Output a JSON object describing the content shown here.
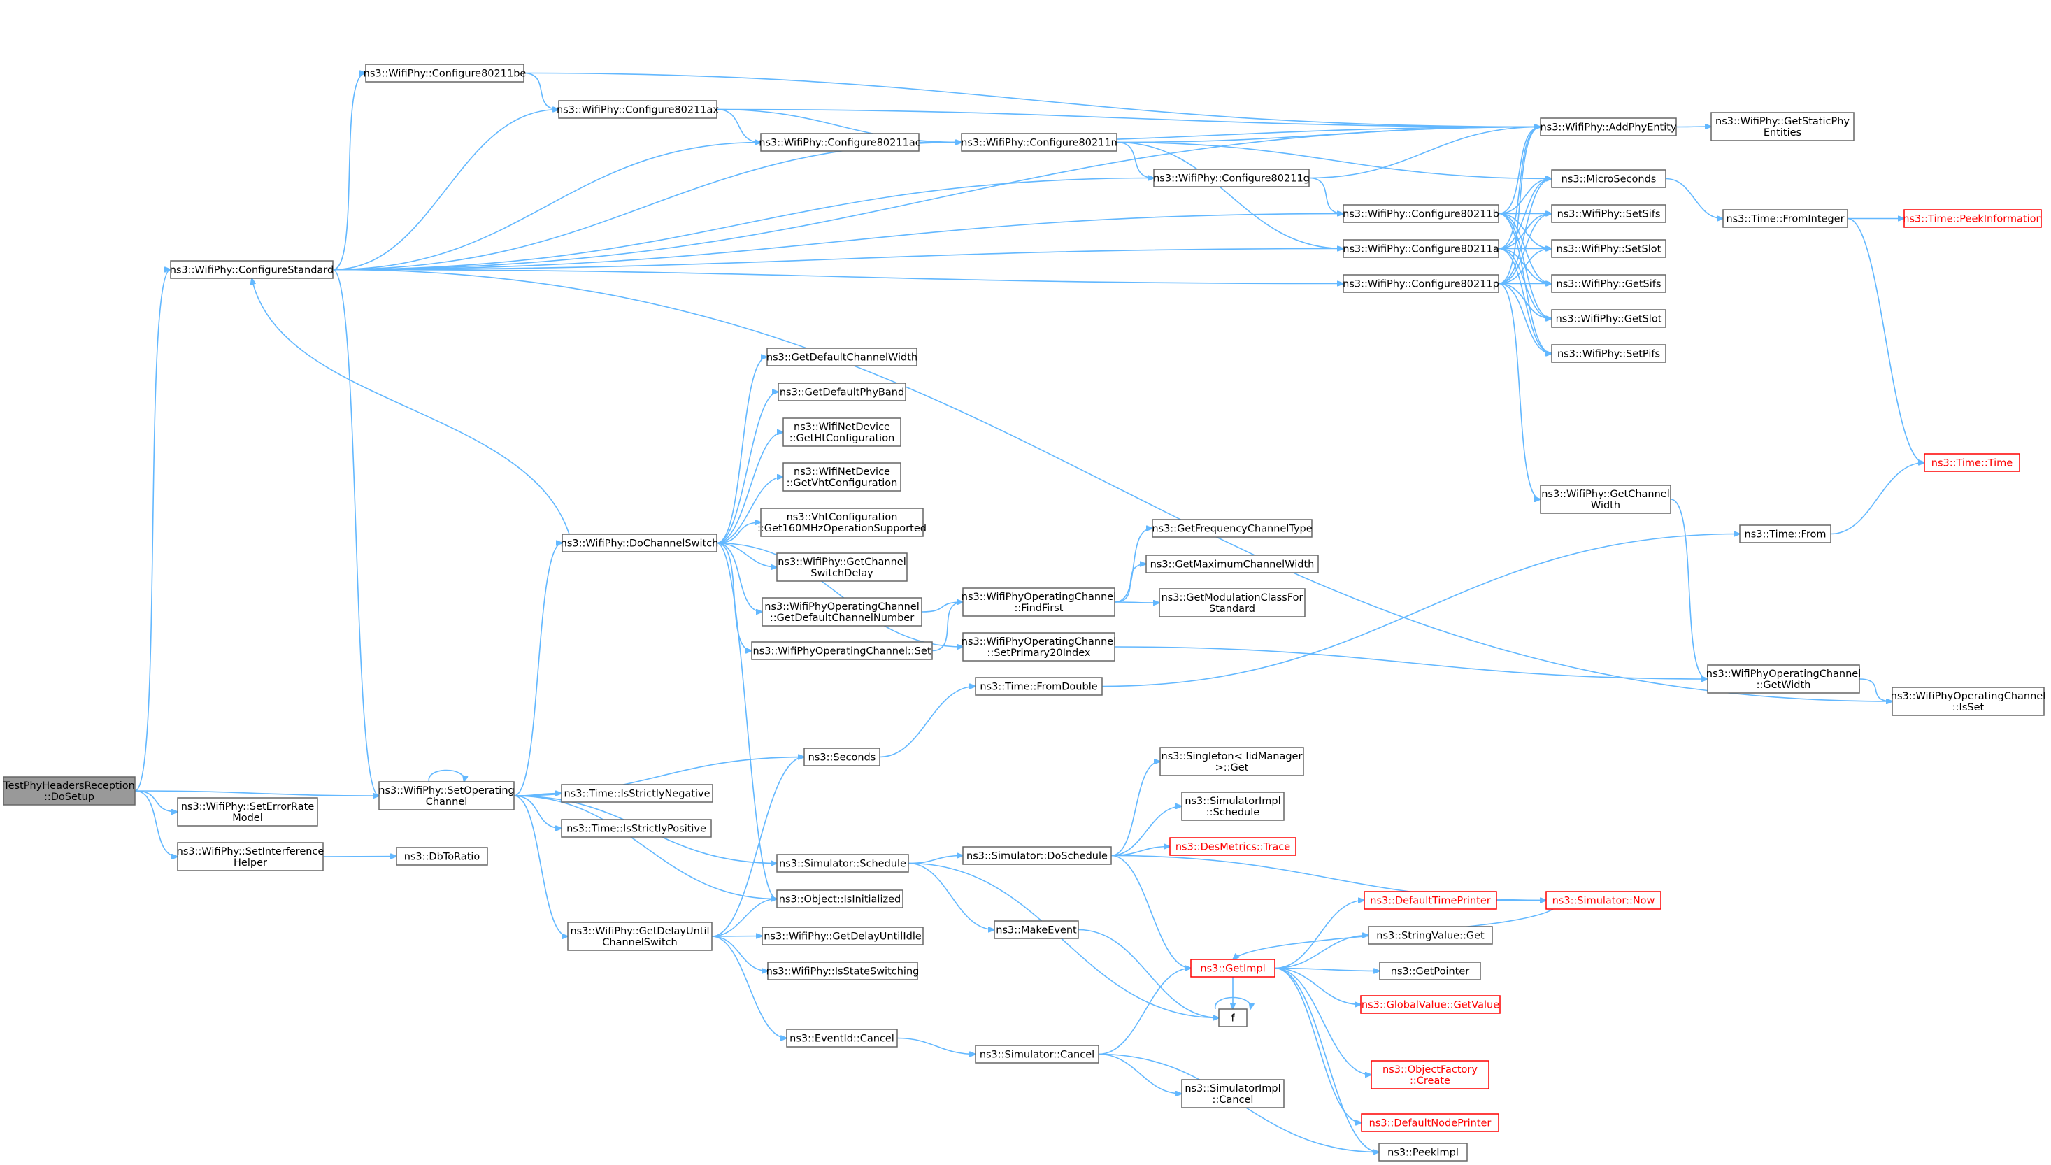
{
  "diagram": {
    "type": "call-graph",
    "colors": {
      "edge": "#63b8ff",
      "node_border": "#666666",
      "root_fill": "#999999",
      "external_text": "#ff0000"
    },
    "nodes": [
      {
        "id": "root",
        "lines": [
          "TestPhyHeadersReception",
          "::DoSetup"
        ],
        "style": "root"
      },
      {
        "id": "configStd",
        "lines": [
          "ns3::WifiPhy::ConfigureStandard"
        ]
      },
      {
        "id": "cfg80211be",
        "lines": [
          "ns3::WifiPhy::Configure80211be"
        ]
      },
      {
        "id": "cfg80211ax",
        "lines": [
          "ns3::WifiPhy::Configure80211ax"
        ]
      },
      {
        "id": "cfg80211ac",
        "lines": [
          "ns3::WifiPhy::Configure80211ac"
        ]
      },
      {
        "id": "cfg80211n",
        "lines": [
          "ns3::WifiPhy::Configure80211n"
        ]
      },
      {
        "id": "cfg80211g",
        "lines": [
          "ns3::WifiPhy::Configure80211g"
        ]
      },
      {
        "id": "cfg80211b",
        "lines": [
          "ns3::WifiPhy::Configure80211b"
        ]
      },
      {
        "id": "cfg80211a",
        "lines": [
          "ns3::WifiPhy::Configure80211a"
        ]
      },
      {
        "id": "cfg80211p",
        "lines": [
          "ns3::WifiPhy::Configure80211p"
        ]
      },
      {
        "id": "addPhy",
        "lines": [
          "ns3::WifiPhy::AddPhyEntity"
        ]
      },
      {
        "id": "getStaticPhy",
        "lines": [
          "ns3::WifiPhy::GetStaticPhy",
          "Entities"
        ]
      },
      {
        "id": "micro",
        "lines": [
          "ns3::MicroSeconds"
        ]
      },
      {
        "id": "fromInteger",
        "lines": [
          "ns3::Time::FromInteger"
        ]
      },
      {
        "id": "peekInfo",
        "lines": [
          "ns3::Time::PeekInformation"
        ],
        "style": "ext"
      },
      {
        "id": "setSifs",
        "lines": [
          "ns3::WifiPhy::SetSifs"
        ]
      },
      {
        "id": "setSlot",
        "lines": [
          "ns3::WifiPhy::SetSlot"
        ]
      },
      {
        "id": "getSifs",
        "lines": [
          "ns3::WifiPhy::GetSifs"
        ]
      },
      {
        "id": "getSlot",
        "lines": [
          "ns3::WifiPhy::GetSlot"
        ]
      },
      {
        "id": "setPifs",
        "lines": [
          "ns3::WifiPhy::SetPifs"
        ]
      },
      {
        "id": "getChWidth",
        "lines": [
          "ns3::WifiPhy::GetChannel",
          "Width"
        ]
      },
      {
        "id": "timeTime",
        "lines": [
          "ns3::Time::Time"
        ],
        "style": "ext"
      },
      {
        "id": "timeFrom",
        "lines": [
          "ns3::Time::From"
        ]
      },
      {
        "id": "opChGetWidth",
        "lines": [
          "ns3::WifiPhyOperatingChannel",
          "::GetWidth"
        ]
      },
      {
        "id": "opChIsSet",
        "lines": [
          "ns3::WifiPhyOperatingChannel",
          "::IsSet"
        ]
      },
      {
        "id": "doChSwitch",
        "lines": [
          "ns3::WifiPhy::DoChannelSwitch"
        ]
      },
      {
        "id": "getDefChWidth",
        "lines": [
          "ns3::GetDefaultChannelWidth"
        ]
      },
      {
        "id": "getDefPhyBand",
        "lines": [
          "ns3::GetDefaultPhyBand"
        ]
      },
      {
        "id": "getHtCfg",
        "lines": [
          "ns3::WifiNetDevice",
          "::GetHtConfiguration"
        ]
      },
      {
        "id": "getVhtCfg",
        "lines": [
          "ns3::WifiNetDevice",
          "::GetVhtConfiguration"
        ]
      },
      {
        "id": "vht160",
        "lines": [
          "ns3::VhtConfiguration",
          "::Get160MHzOperationSupported"
        ]
      },
      {
        "id": "getChSwDelay",
        "lines": [
          "ns3::WifiPhy::GetChannel",
          "SwitchDelay"
        ]
      },
      {
        "id": "opChDefNum",
        "lines": [
          "ns3::WifiPhyOperatingChannel",
          "::GetDefaultChannelNumber"
        ]
      },
      {
        "id": "opChSet",
        "lines": [
          "ns3::WifiPhyOperatingChannel::Set"
        ]
      },
      {
        "id": "findFirst",
        "lines": [
          "ns3::WifiPhyOperatingChannel",
          "::FindFirst"
        ]
      },
      {
        "id": "setPrim20",
        "lines": [
          "ns3::WifiPhyOperatingChannel",
          "::SetPrimary20Index"
        ]
      },
      {
        "id": "getFreqChType",
        "lines": [
          "ns3::GetFrequencyChannelType"
        ]
      },
      {
        "id": "getMaxChWidth",
        "lines": [
          "ns3::GetMaximumChannelWidth"
        ]
      },
      {
        "id": "getModClass",
        "lines": [
          "ns3::GetModulationClassFor",
          "Standard"
        ]
      },
      {
        "id": "fromDouble",
        "lines": [
          "ns3::Time::FromDouble"
        ]
      },
      {
        "id": "seconds",
        "lines": [
          "ns3::Seconds"
        ]
      },
      {
        "id": "setOpCh",
        "lines": [
          "ns3::WifiPhy::SetOperating",
          "Channel"
        ]
      },
      {
        "id": "setErrRate",
        "lines": [
          "ns3::WifiPhy::SetErrorRate",
          "Model"
        ]
      },
      {
        "id": "setIntf",
        "lines": [
          "ns3::WifiPhy::SetInterference",
          "Helper"
        ]
      },
      {
        "id": "dbToRatio",
        "lines": [
          "ns3::DbToRatio"
        ]
      },
      {
        "id": "strictNeg",
        "lines": [
          "ns3::Time::IsStrictlyNegative"
        ]
      },
      {
        "id": "strictPos",
        "lines": [
          "ns3::Time::IsStrictlyPositive"
        ]
      },
      {
        "id": "simSchedule",
        "lines": [
          "ns3::Simulator::Schedule"
        ]
      },
      {
        "id": "objIsInit",
        "lines": [
          "ns3::Object::IsInitialized"
        ]
      },
      {
        "id": "getDelayUntil",
        "lines": [
          "ns3::WifiPhy::GetDelayUntil",
          "ChannelSwitch"
        ]
      },
      {
        "id": "getDelayIdle",
        "lines": [
          "ns3::WifiPhy::GetDelayUntilIdle"
        ]
      },
      {
        "id": "isStateSw",
        "lines": [
          "ns3::WifiPhy::IsStateSwitching"
        ]
      },
      {
        "id": "evCancel",
        "lines": [
          "ns3::EventId::Cancel"
        ]
      },
      {
        "id": "simCancel",
        "lines": [
          "ns3::Simulator::Cancel"
        ]
      },
      {
        "id": "simDoSchedule",
        "lines": [
          "ns3::Simulator::DoSchedule"
        ]
      },
      {
        "id": "makeEvent",
        "lines": [
          "ns3::MakeEvent"
        ]
      },
      {
        "id": "singletonGet",
        "lines": [
          "ns3::Singleton< IidManager",
          " >::Get"
        ]
      },
      {
        "id": "simImplSched",
        "lines": [
          "ns3::SimulatorImpl",
          "::Schedule"
        ]
      },
      {
        "id": "desTrace",
        "lines": [
          "ns3::DesMetrics::Trace"
        ],
        "style": "ext"
      },
      {
        "id": "getImpl",
        "lines": [
          "ns3::GetImpl"
        ],
        "style": "ext"
      },
      {
        "id": "fNode",
        "lines": [
          "f"
        ]
      },
      {
        "id": "defTimePrinter",
        "lines": [
          "ns3::DefaultTimePrinter"
        ],
        "style": "ext"
      },
      {
        "id": "simNow",
        "lines": [
          "ns3::Simulator::Now"
        ],
        "style": "ext"
      },
      {
        "id": "strValGet",
        "lines": [
          "ns3::StringValue::Get"
        ]
      },
      {
        "id": "getPointer",
        "lines": [
          "ns3::GetPointer"
        ]
      },
      {
        "id": "globalGetVal",
        "lines": [
          "ns3::GlobalValue::GetValue"
        ],
        "style": "ext"
      },
      {
        "id": "objFactCreate",
        "lines": [
          "ns3::ObjectFactory",
          "::Create"
        ],
        "style": "ext"
      },
      {
        "id": "defNodePrinter",
        "lines": [
          "ns3::DefaultNodePrinter"
        ],
        "style": "ext"
      },
      {
        "id": "peekImpl",
        "lines": [
          "ns3::PeekImpl"
        ]
      },
      {
        "id": "simImplCancel",
        "lines": [
          "ns3::SimulatorImpl",
          "::Cancel"
        ]
      }
    ],
    "edges": [
      [
        "root",
        "configStd"
      ],
      [
        "root",
        "setOpCh"
      ],
      [
        "root",
        "setErrRate"
      ],
      [
        "root",
        "setIntf"
      ],
      [
        "configStd",
        "cfg80211be"
      ],
      [
        "configStd",
        "cfg80211ax"
      ],
      [
        "configStd",
        "cfg80211ac"
      ],
      [
        "configStd",
        "cfg80211n"
      ],
      [
        "configStd",
        "cfg80211g"
      ],
      [
        "configStd",
        "cfg80211b"
      ],
      [
        "configStd",
        "cfg80211a"
      ],
      [
        "configStd",
        "cfg80211p"
      ],
      [
        "configStd",
        "addPhy"
      ],
      [
        "configStd",
        "setOpCh"
      ],
      [
        "configStd",
        "opChIsSet"
      ],
      [
        "cfg80211be",
        "cfg80211ax"
      ],
      [
        "cfg80211be",
        "addPhy"
      ],
      [
        "cfg80211ax",
        "cfg80211ac"
      ],
      [
        "cfg80211ax",
        "cfg80211n"
      ],
      [
        "cfg80211ax",
        "addPhy"
      ],
      [
        "cfg80211ac",
        "cfg80211n"
      ],
      [
        "cfg80211ac",
        "addPhy"
      ],
      [
        "cfg80211n",
        "cfg80211g"
      ],
      [
        "cfg80211n",
        "cfg80211a"
      ],
      [
        "cfg80211n",
        "addPhy"
      ],
      [
        "cfg80211n",
        "micro"
      ],
      [
        "cfg80211g",
        "cfg80211b"
      ],
      [
        "cfg80211g",
        "addPhy"
      ],
      [
        "cfg80211b",
        "addPhy"
      ],
      [
        "cfg80211b",
        "micro"
      ],
      [
        "cfg80211b",
        "setSifs"
      ],
      [
        "cfg80211b",
        "setSlot"
      ],
      [
        "cfg80211b",
        "getSifs"
      ],
      [
        "cfg80211b",
        "getSlot"
      ],
      [
        "cfg80211b",
        "setPifs"
      ],
      [
        "cfg80211a",
        "addPhy"
      ],
      [
        "cfg80211a",
        "micro"
      ],
      [
        "cfg80211a",
        "setSifs"
      ],
      [
        "cfg80211a",
        "setSlot"
      ],
      [
        "cfg80211a",
        "getSifs"
      ],
      [
        "cfg80211a",
        "getSlot"
      ],
      [
        "cfg80211a",
        "setPifs"
      ],
      [
        "cfg80211p",
        "addPhy"
      ],
      [
        "cfg80211p",
        "micro"
      ],
      [
        "cfg80211p",
        "setSifs"
      ],
      [
        "cfg80211p",
        "setSlot"
      ],
      [
        "cfg80211p",
        "getSifs"
      ],
      [
        "cfg80211p",
        "getSlot"
      ],
      [
        "cfg80211p",
        "setPifs"
      ],
      [
        "cfg80211p",
        "getChWidth"
      ],
      [
        "addPhy",
        "getStaticPhy"
      ],
      [
        "micro",
        "fromInteger"
      ],
      [
        "fromInteger",
        "peekInfo"
      ],
      [
        "fromInteger",
        "timeTime"
      ],
      [
        "getChWidth",
        "opChGetWidth"
      ],
      [
        "opChGetWidth",
        "opChIsSet"
      ],
      [
        "timeFrom",
        "timeTime"
      ],
      [
        "doChSwitch",
        "configStd"
      ],
      [
        "doChSwitch",
        "getDefChWidth"
      ],
      [
        "doChSwitch",
        "getDefPhyBand"
      ],
      [
        "doChSwitch",
        "getHtCfg"
      ],
      [
        "doChSwitch",
        "getVhtCfg"
      ],
      [
        "doChSwitch",
        "vht160"
      ],
      [
        "doChSwitch",
        "getChSwDelay"
      ],
      [
        "doChSwitch",
        "opChDefNum"
      ],
      [
        "doChSwitch",
        "opChSet"
      ],
      [
        "doChSwitch",
        "setPrim20"
      ],
      [
        "doChSwitch",
        "objIsInit"
      ],
      [
        "opChDefNum",
        "findFirst"
      ],
      [
        "opChSet",
        "findFirst"
      ],
      [
        "findFirst",
        "getFreqChType"
      ],
      [
        "findFirst",
        "getMaxChWidth"
      ],
      [
        "findFirst",
        "getModClass"
      ],
      [
        "setPrim20",
        "opChGetWidth"
      ],
      [
        "fromDouble",
        "timeFrom"
      ],
      [
        "seconds",
        "fromDouble"
      ],
      [
        "setOpCh",
        "setOpCh"
      ],
      [
        "setOpCh",
        "doChSwitch"
      ],
      [
        "setOpCh",
        "seconds"
      ],
      [
        "setOpCh",
        "strictNeg"
      ],
      [
        "setOpCh",
        "strictPos"
      ],
      [
        "setOpCh",
        "simSchedule"
      ],
      [
        "setOpCh",
        "objIsInit"
      ],
      [
        "setOpCh",
        "getDelayUntil"
      ],
      [
        "setIntf",
        "dbToRatio"
      ],
      [
        "getDelayUntil",
        "seconds"
      ],
      [
        "getDelayUntil",
        "objIsInit"
      ],
      [
        "getDelayUntil",
        "getDelayIdle"
      ],
      [
        "getDelayUntil",
        "isStateSw"
      ],
      [
        "getDelayUntil",
        "evCancel"
      ],
      [
        "simSchedule",
        "simDoSchedule"
      ],
      [
        "simSchedule",
        "makeEvent"
      ],
      [
        "simSchedule",
        "fNode"
      ],
      [
        "simDoSchedule",
        "singletonGet"
      ],
      [
        "simDoSchedule",
        "simImplSched"
      ],
      [
        "simDoSchedule",
        "desTrace"
      ],
      [
        "simDoSchedule",
        "simNow"
      ],
      [
        "simDoSchedule",
        "getImpl"
      ],
      [
        "makeEvent",
        "fNode"
      ],
      [
        "evCancel",
        "simCancel"
      ],
      [
        "simCancel",
        "getImpl"
      ],
      [
        "simCancel",
        "simImplCancel"
      ],
      [
        "simCancel",
        "peekImpl"
      ],
      [
        "getImpl",
        "defTimePrinter"
      ],
      [
        "getImpl",
        "strValGet"
      ],
      [
        "getImpl",
        "getPointer"
      ],
      [
        "getImpl",
        "globalGetVal"
      ],
      [
        "getImpl",
        "objFactCreate"
      ],
      [
        "getImpl",
        "defNodePrinter"
      ],
      [
        "getImpl",
        "peekImpl"
      ],
      [
        "getImpl",
        "fNode"
      ],
      [
        "defTimePrinter",
        "simNow"
      ],
      [
        "simNow",
        "getImpl"
      ],
      [
        "fNode",
        "fNode"
      ]
    ]
  }
}
